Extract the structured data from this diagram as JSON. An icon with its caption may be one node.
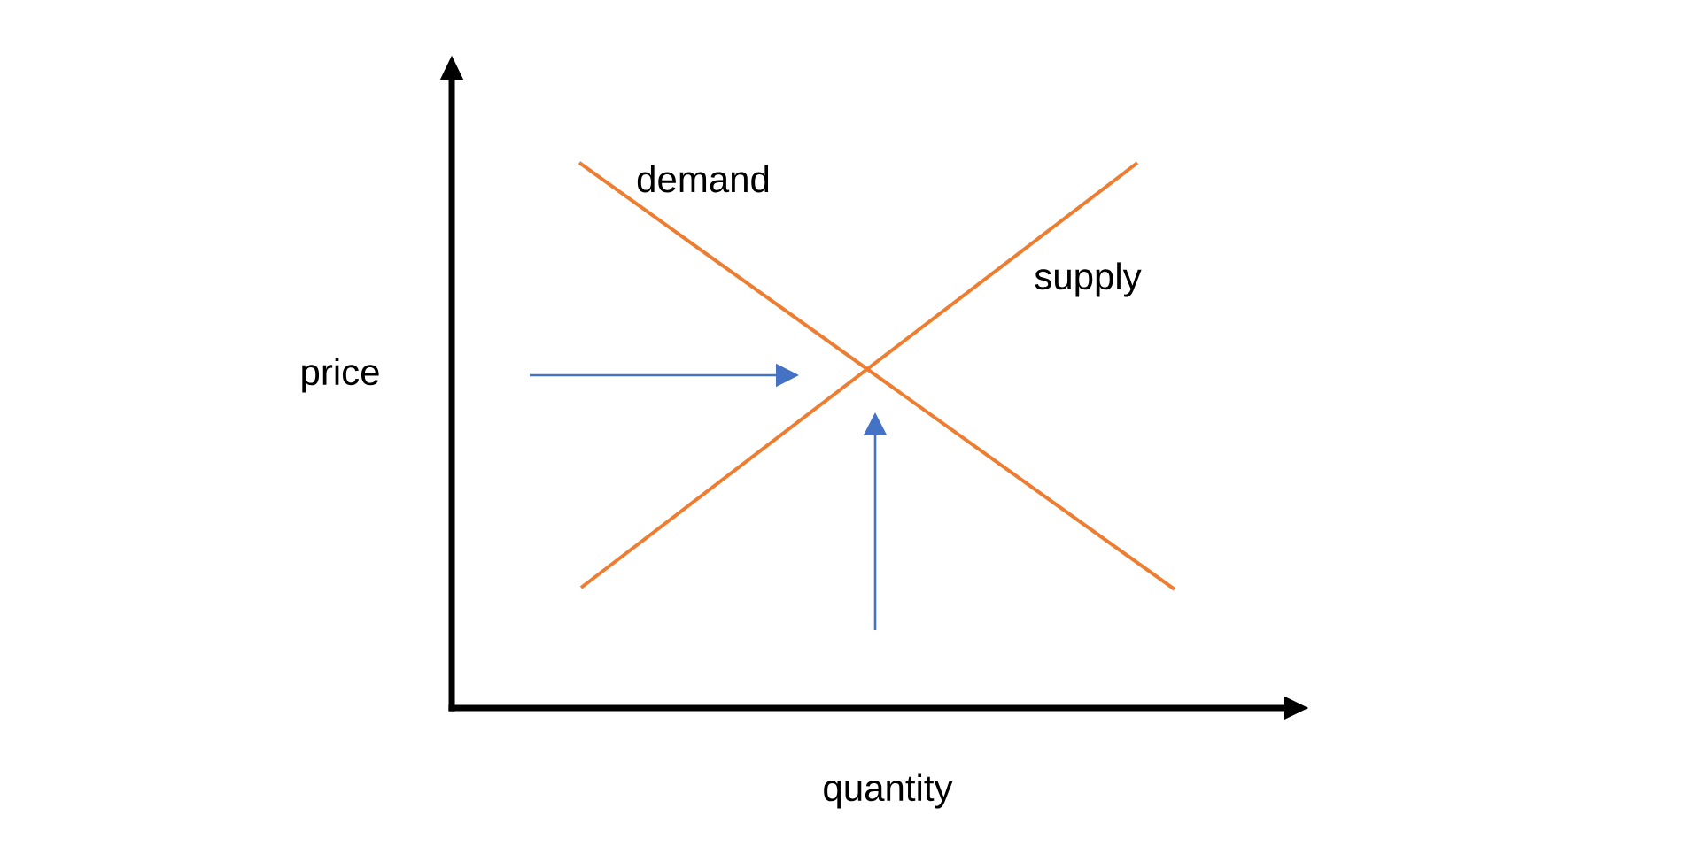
{
  "diagram": {
    "labels": [
      "demand",
      "supply",
      "price",
      "quantity"
    ]
  }
}
